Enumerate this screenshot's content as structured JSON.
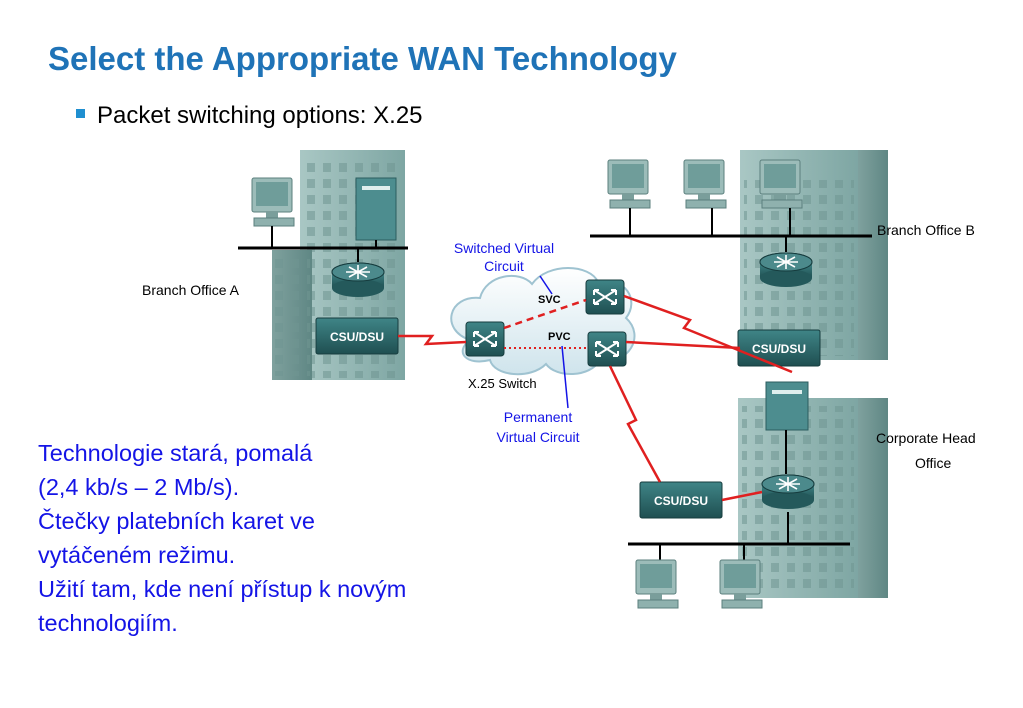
{
  "title": "Select the Appropriate WAN Technology",
  "bullet": "Packet switching options: X.25",
  "diagram": {
    "branch_a": "Branch Office A",
    "branch_b": "Branch Office B",
    "corporate_line1": "Corporate Head",
    "corporate_line2": "Office",
    "csu_dsu": "CSU/DSU",
    "svc_label_line1": "Switched Virtual",
    "svc_label_line2": "Circuit",
    "svc": "SVC",
    "pvc": "PVC",
    "x25_switch": "X.25 Switch",
    "pvc_label_line1": "Permanent",
    "pvc_label_line2": "Virtual Circuit"
  },
  "body_lines": [
    "Technologie stará, pomalá",
    "(2,4 kb/s – 2 Mb/s).",
    "Čtečky platebních karet ve",
    "vytáčeném režimu.",
    "Užití tam, kde není přístup k novým",
    "technologiím."
  ],
  "colors": {
    "title": "#1f73b7",
    "body_text": "#1414e6",
    "wan_link": "#e02020",
    "building": "#8fb3b0",
    "device": "#2e6a6c"
  }
}
